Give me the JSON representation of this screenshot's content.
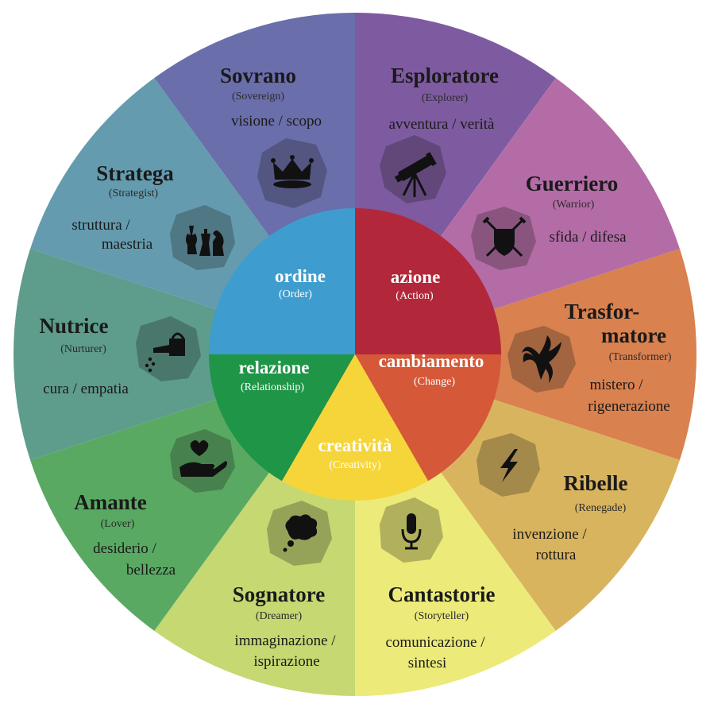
{
  "archetypes": [
    {
      "id": "sovereign",
      "name": "Sovrano",
      "english": "(Sovereign)",
      "keywords": [
        "visione / scopo"
      ],
      "color": "#6a6eaa",
      "icon": "crown-icon"
    },
    {
      "id": "explorer",
      "name": "Esploratore",
      "english": "(Explorer)",
      "keywords": [
        "avventura / verità"
      ],
      "color": "#7e5ba0",
      "icon": "telescope-icon"
    },
    {
      "id": "warrior",
      "name": "Guerriero",
      "english": "(Warrior)",
      "keywords": [
        "sfida / difesa"
      ],
      "color": "#b46ca7",
      "icon": "shield-swords-icon"
    },
    {
      "id": "transformer",
      "name": "Trasfor-",
      "name2": "matore",
      "english": "(Transformer)",
      "keywords": [
        "mistero /",
        "rigenerazione"
      ],
      "color": "#d9814f",
      "icon": "phoenix-icon"
    },
    {
      "id": "renegade",
      "name": "Ribelle",
      "english": "(Renegade)",
      "keywords": [
        "invenzione /",
        "rottura"
      ],
      "color": "#d9b45e",
      "icon": "lightning-icon"
    },
    {
      "id": "storyteller",
      "name": "Cantastorie",
      "english": "(Storyteller)",
      "keywords": [
        "comunicazione /",
        "sintesi"
      ],
      "color": "#ecea78",
      "icon": "microphone-icon"
    },
    {
      "id": "dreamer",
      "name": "Sognatore",
      "english": "(Dreamer)",
      "keywords": [
        "immaginazione /",
        "ispirazione"
      ],
      "color": "#c5d872",
      "icon": "thought-bubble-icon"
    },
    {
      "id": "lover",
      "name": "Amante",
      "english": "(Lover)",
      "keywords": [
        "desiderio /",
        "bellezza"
      ],
      "color": "#59a962",
      "icon": "heart-hand-icon"
    },
    {
      "id": "nurturer",
      "name": "Nutrice",
      "english": "(Nurturer)",
      "keywords": [
        "cura / empatia"
      ],
      "color": "#5e9c8c",
      "icon": "watering-can-icon"
    },
    {
      "id": "strategist",
      "name": "Stratega",
      "english": "(Strategist)",
      "keywords": [
        "struttura /",
        "maestria"
      ],
      "color": "#649bae",
      "icon": "chess-pieces-icon"
    }
  ],
  "core": [
    {
      "id": "order",
      "name": "ordine",
      "english": "(Order)",
      "color": "#3e9dce"
    },
    {
      "id": "action",
      "name": "azione",
      "english": "(Action)",
      "color": "#b2283a"
    },
    {
      "id": "change",
      "name": "cambiamento",
      "english": "(Change)",
      "color": "#d55838"
    },
    {
      "id": "creativity",
      "name": "creatività",
      "english": "(Creativity)",
      "color": "#f6d53a"
    },
    {
      "id": "relationship",
      "name": "relazione",
      "english": "(Relationship)",
      "color": "#1f9547"
    }
  ]
}
